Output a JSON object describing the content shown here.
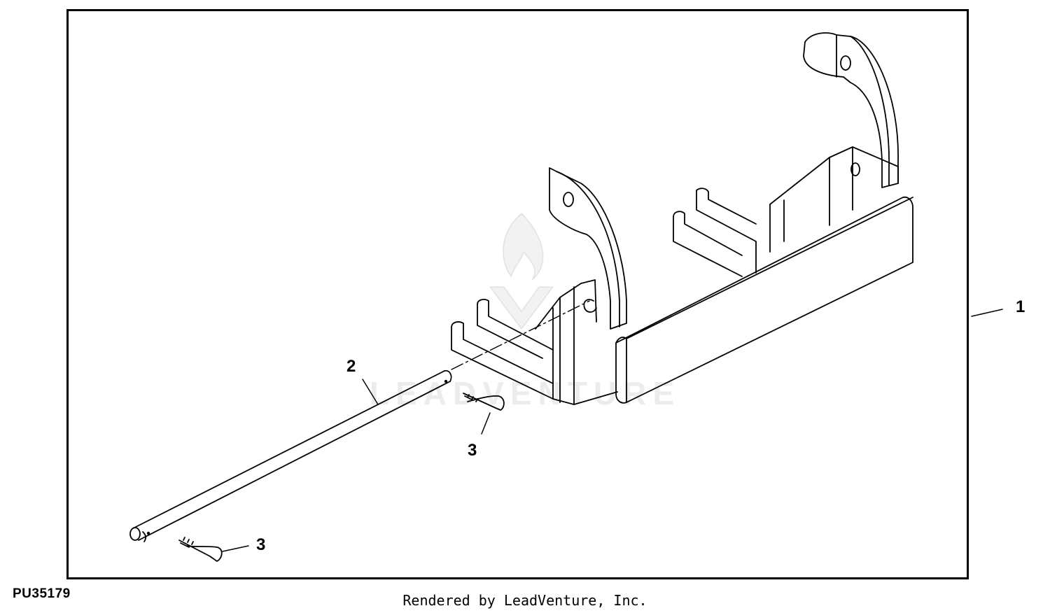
{
  "diagram": {
    "callouts": [
      {
        "id": "callout-1",
        "label": "1"
      },
      {
        "id": "callout-2",
        "label": "2"
      },
      {
        "id": "callout-3a",
        "label": "3"
      },
      {
        "id": "callout-3b",
        "label": "3"
      }
    ],
    "figure_id": "PU35179",
    "watermark_text": "LEADVENTURE",
    "credit": "Rendered by LeadVenture, Inc."
  },
  "colors": {
    "line": "#000000",
    "paper": "#ffffff"
  }
}
